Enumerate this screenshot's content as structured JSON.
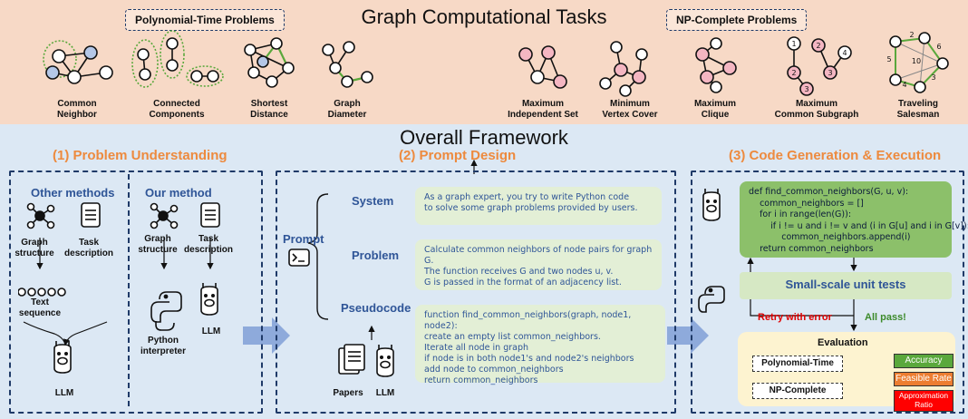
{
  "top": {
    "title": "Graph Computational Tasks",
    "poly_tag": "Polynomial-Time Problems",
    "np_tag": "NP-Complete Problems",
    "tasks": [
      "Common\nNeighbor",
      "Connected\nComponents",
      "Shortest\nDistance",
      "Graph\nDiameter",
      "Maximum\nIndependent Set",
      "Minimum\nVertex Cover",
      "Maximum\nClique",
      "Maximum\nCommon Subgraph",
      "Traveling\nSalesman"
    ],
    "subgraph_nodes": [
      "1",
      "2",
      "4",
      "2",
      "3",
      "3"
    ],
    "tsp_edges": [
      "2",
      "6",
      "5",
      "10",
      "4",
      "3"
    ]
  },
  "framework": {
    "title": "Overall Framework",
    "stage1": "(1) Problem Understanding",
    "stage2": "(2) Prompt Design",
    "stage3": "(3) Code Generation & Execution"
  },
  "understanding": {
    "other_methods": "Other methods",
    "our_method": "Our method",
    "graph_structure": "Graph\nstructure",
    "task_description": "Task\ndescription",
    "text_sequence": "Text\nsequence",
    "llm": "LLM",
    "python_interpreter": "Python\ninterpreter",
    "llm2": "LLM"
  },
  "prompt": {
    "prompt_label": "Prompt",
    "system_label": "System",
    "problem_label": "Problem",
    "pseudocode_label": "Pseudocode",
    "system_text": "As a graph expert, you try to write Python code\nto solve some graph problems provided by users.",
    "problem_text": "Calculate common neighbors of node pairs for graph G.\nThe function receives G and two nodes u, v.\nG is passed in the format of an adjacency list.",
    "pseudo_text": "function find_common_neighbors(graph, node1, node2):\n   create an empty list common_neighbors.\n   Iterate all node in graph\n      if node is in both node1's and node2's neighbors\n         add node to common_neighbors\n   return common_neighbors",
    "papers": "Papers",
    "llm": "LLM"
  },
  "execution": {
    "code": "def find_common_neighbors(G, u, v):\n    common_neighbors = []\n    for i in range(len(G)):\n        if i != u and i != v and (i in G[u] and i in G[v]):\n            common_neighbors.append(i)\n    return common_neighbors",
    "unit_tests": "Small-scale unit tests",
    "retry": "Retry with error",
    "all_pass": "All pass!",
    "evaluation": "Evaluation",
    "poly_time": "Polynomial-Time",
    "np_complete": "NP-Complete",
    "metrics": [
      "Accuracy",
      "Feasible Rate",
      "Approximation\nRatio"
    ],
    "metric_colors": [
      "#5aa83c",
      "#ed7d31",
      "#ff0000"
    ]
  }
}
